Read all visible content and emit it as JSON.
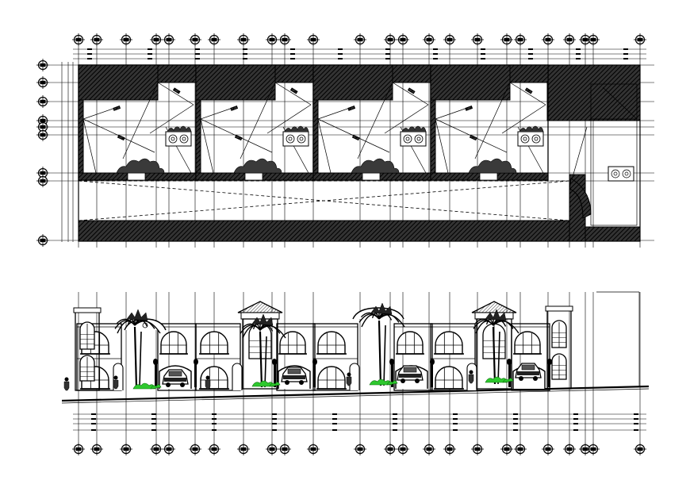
{
  "drawing": {
    "type": "architectural-cad-drawing",
    "views": [
      "floor-plan",
      "front-elevation"
    ]
  },
  "colors": {
    "ink": "#000000",
    "background": "#ffffff",
    "hatch": "#1a1a1a",
    "planting": "#2ec82e"
  },
  "icons": {
    "grid_marker": "grid-bubble-icon",
    "vehicle": "car-icon",
    "tree": "palm-tree-icon",
    "figure": "person-icon",
    "appliance": "stove-icon"
  }
}
